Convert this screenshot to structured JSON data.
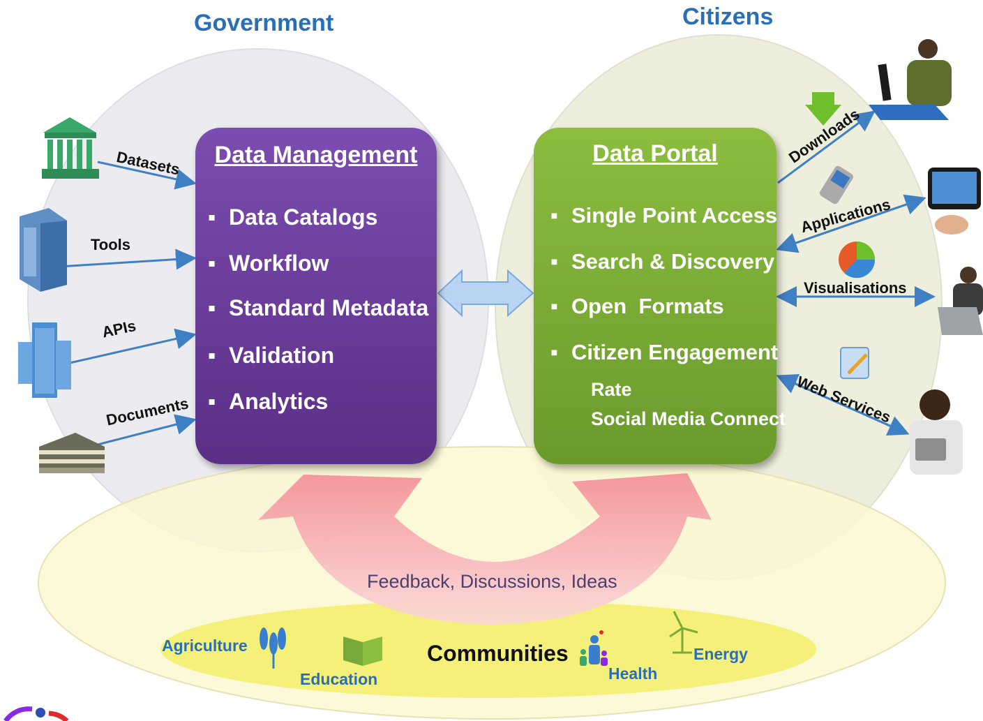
{
  "titles": {
    "government": "Government",
    "citizens": "Citizens"
  },
  "left_flows": [
    "Datasets",
    "Tools",
    "APIs",
    "Documents"
  ],
  "data_management": {
    "title": "Data Management",
    "items": [
      "Data Catalogs",
      "Workflow",
      "Standard Metadata",
      "Validation",
      "Analytics"
    ]
  },
  "data_portal": {
    "title": "Data Portal",
    "items": [
      "Single Point Access",
      "Search & Discovery",
      "Open  Formats",
      "Citizen Engagement"
    ],
    "sub_items": [
      "Rate",
      "Social Media Connect"
    ]
  },
  "right_flows": [
    "Downloads",
    "Applications",
    "Visualisations",
    "Web Services"
  ],
  "feedback": "Feedback, Discussions, Ideas",
  "communities": {
    "label": "Communities",
    "items": [
      "Agriculture",
      "Education",
      "Health",
      "Energy"
    ]
  },
  "colors": {
    "title_blue": "#2a6fb5",
    "management_purple": "#6b3d9a",
    "portal_green": "#7aab34",
    "arrow_pink": "#f6b3b8",
    "community_yellow": "#f3ef9a"
  }
}
